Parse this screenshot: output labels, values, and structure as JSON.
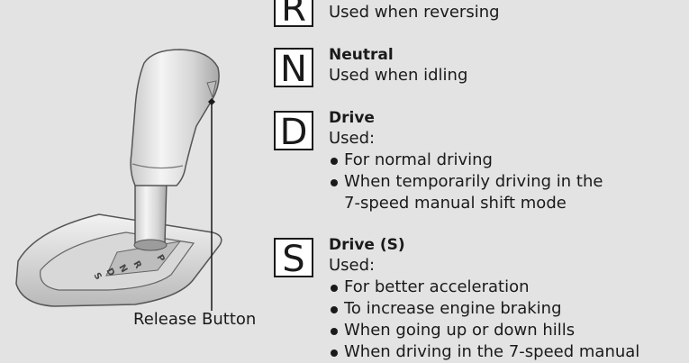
{
  "callout": {
    "label": "Release Button"
  },
  "gears": [
    {
      "letter": "R",
      "title": "",
      "lines": [
        "Used when reversing"
      ],
      "bullets": []
    },
    {
      "letter": "N",
      "title": "Neutral",
      "lines": [
        "Used when idling"
      ],
      "bullets": []
    },
    {
      "letter": "D",
      "title": "Drive",
      "lines": [
        "Used:"
      ],
      "bullets": [
        "For normal driving",
        "When temporarily driving in the",
        "7-speed manual shift mode"
      ]
    },
    {
      "letter": "S",
      "title": "Drive (S)",
      "lines": [
        "Used:"
      ],
      "bullets": [
        "For better acceleration",
        "To increase engine braking",
        "When going up or down hills",
        "When driving in the 7-speed manual"
      ]
    }
  ],
  "gate_letters": [
    "P",
    "R",
    "N",
    "D",
    "S"
  ]
}
